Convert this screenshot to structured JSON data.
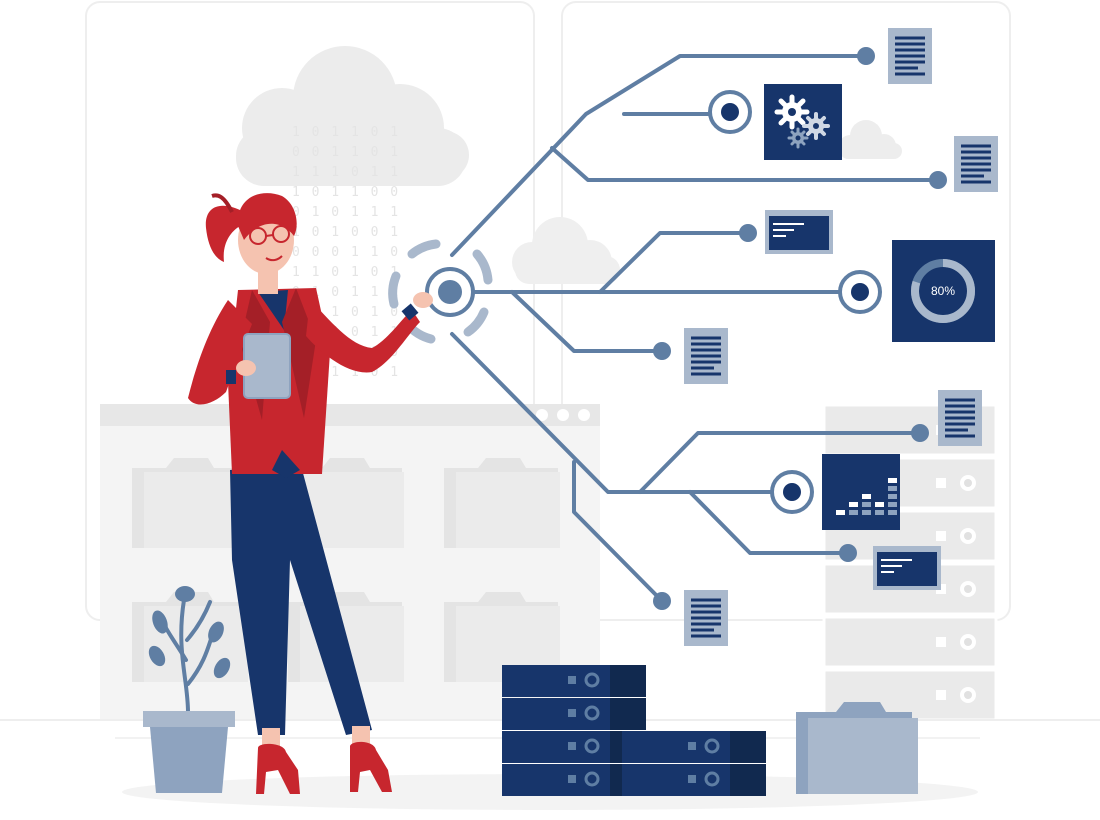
{
  "colors": {
    "navy": "#17356b",
    "slate": "#5f7ea3",
    "slate_light": "#a9b8cc",
    "red": "#c7262e",
    "panel_gray": "#f4f4f4",
    "cloud_gray": "#ececec"
  },
  "illustration": {
    "binary_rows": [
      "1 0 1 1 0 1",
      "0 0 1 1 0 1",
      "1 1 1 0 1 1",
      "1 0 1 1 0 0",
      "0 1 0 1 1 1",
      "1 0 1 0 0 1",
      "0 0 0 1 1 0",
      "1 1 0 1 0 1",
      "0 1 0 1 1 1",
      "1 0 1 0 1 0",
      "0 1 1 0 1 1",
      "1 0 1 0 0 0",
      "0 1 1 1 0 1"
    ],
    "gauge": {
      "label": "80%",
      "value": 0.8
    },
    "bar_chart_levels": [
      1,
      2,
      3,
      2,
      5
    ]
  }
}
